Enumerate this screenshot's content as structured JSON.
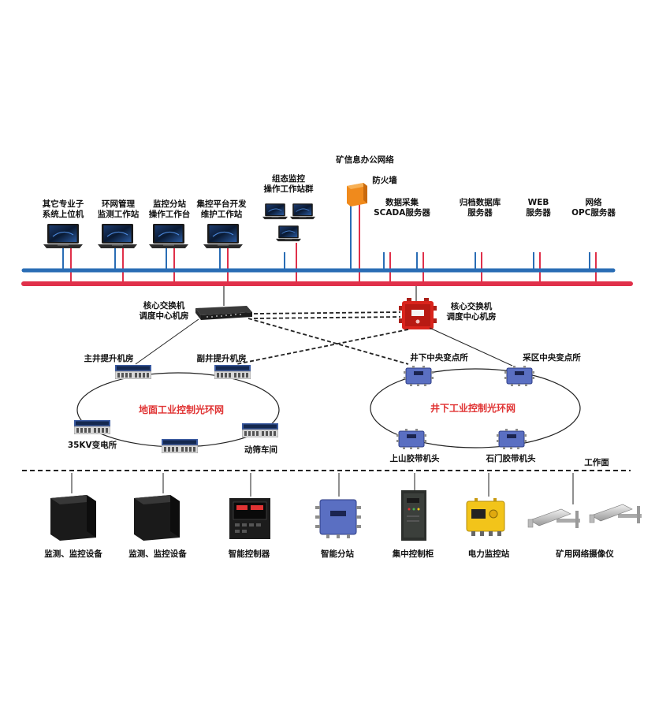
{
  "top_labels": {
    "mine_office_net": "矿信息办公网络",
    "firewall": "防火墙",
    "config_group_l1": "组态监控",
    "config_group_l2": "操作工作站群"
  },
  "workstations": [
    {
      "l1": "其它专业子",
      "l2": "系统上位机"
    },
    {
      "l1": "环网管理",
      "l2": "监测工作站"
    },
    {
      "l1": "监控分站",
      "l2": "操作工作台"
    },
    {
      "l1": "集控平台开发",
      "l2": "维护工作站"
    }
  ],
  "servers": [
    {
      "l1": "数据采集",
      "l2": "SCADA服务器"
    },
    {
      "l1": "归档数据库",
      "l2": "服务器"
    },
    {
      "l1": "WEB",
      "l2": "服务器"
    },
    {
      "l1": "网络",
      "l2": "OPC服务器"
    }
  ],
  "core_switch_left": {
    "l1": "核心交换机",
    "l2": "调度中心机房"
  },
  "core_switch_right": {
    "l1": "核心交换机",
    "l2": "调度中心机房"
  },
  "surface_ring": {
    "title": "地面工业控制光环网",
    "nodes": [
      "主井提升机房",
      "副井提升机房",
      "35KV变电所",
      "动筛车间"
    ]
  },
  "underground_ring": {
    "title": "井下工业控制光环网",
    "nodes": [
      "井下中央变点所",
      "采区中央变点所",
      "上山胶带机头",
      "石门胶带机头"
    ]
  },
  "workface": "工作面",
  "devices": [
    "监测、监控设备",
    "监测、监控设备",
    "智能控制器",
    "智能分站",
    "集中控制柜",
    "电力监控站",
    "矿用网络摄像仪"
  ],
  "colors": {
    "blue_bus": "#2a6db5",
    "red_bus": "#e0304a",
    "ring_label": "#e03333",
    "firewall": "#f08a1c",
    "explosion_box": "#d9241c",
    "station_blue": "#5a6fc2",
    "power_station": "#f2c41a"
  }
}
